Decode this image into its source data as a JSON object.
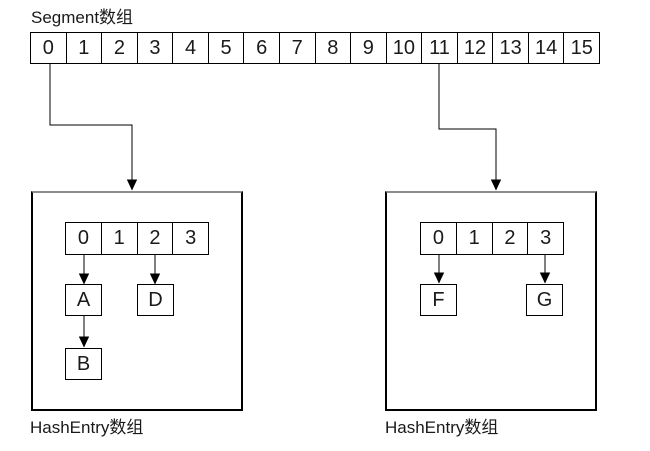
{
  "segment_array": {
    "label": "Segment数组",
    "cells": [
      "0",
      "1",
      "2",
      "3",
      "4",
      "5",
      "6",
      "7",
      "8",
      "9",
      "10",
      "11",
      "12",
      "13",
      "14",
      "15"
    ]
  },
  "hash_tables": {
    "left": {
      "label": "HashEntry数组",
      "linked_from_segment_index": "0",
      "cells": [
        "0",
        "1",
        "2",
        "3"
      ],
      "nodes": {
        "a": "A",
        "b": "B",
        "d": "D"
      },
      "chains": [
        {
          "bucket": "0",
          "entries": [
            "A",
            "B"
          ]
        },
        {
          "bucket": "2",
          "entries": [
            "D"
          ]
        }
      ]
    },
    "right": {
      "label": "HashEntry数组",
      "linked_from_segment_index": "11",
      "cells": [
        "0",
        "1",
        "2",
        "3"
      ],
      "nodes": {
        "f": "F",
        "g": "G"
      },
      "chains": [
        {
          "bucket": "0",
          "entries": [
            "F"
          ]
        },
        {
          "bucket": "3",
          "entries": [
            "G"
          ]
        }
      ]
    }
  },
  "colors": {
    "line": "#000000",
    "border": "#000000",
    "background": "#ffffff",
    "text": "#1a1a1a"
  }
}
